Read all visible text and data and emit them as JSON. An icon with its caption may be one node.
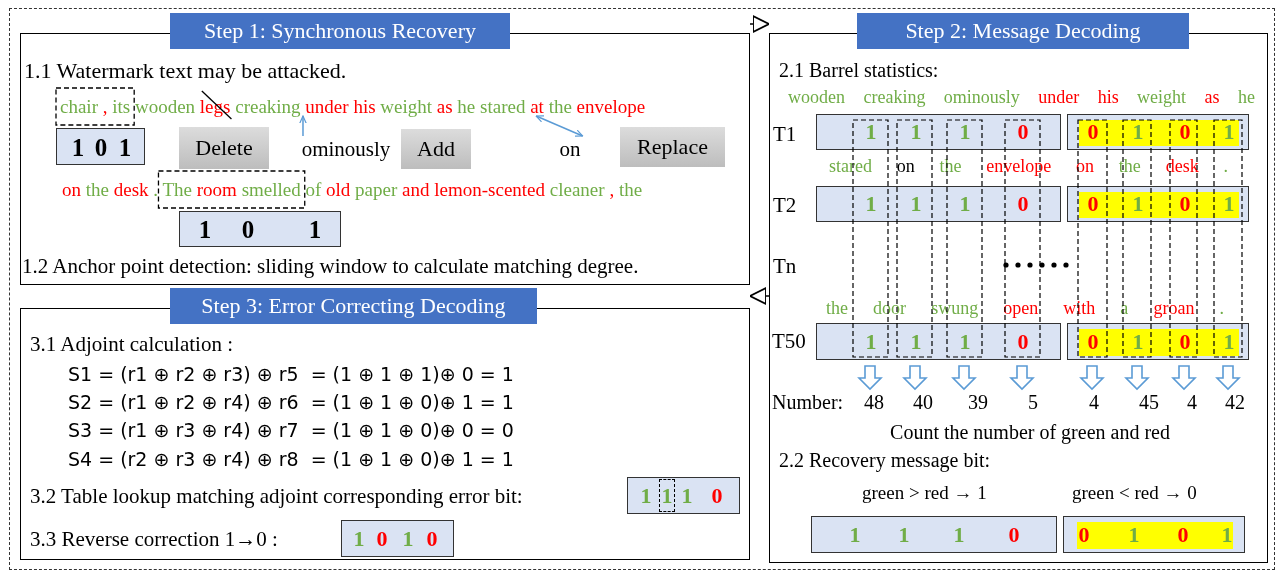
{
  "diagram": {
    "nodes": [
      {
        "text": [
          "Step 1: Synchronous Recovery"
        ]
      },
      {
        "text": [
          "1 0 1"
        ],
        "in": 0
      },
      {
        "text": [
          "Delete"
        ],
        "in": 0
      },
      {
        "text": [
          "ominously"
        ],
        "in": 0
      },
      {
        "text": [
          "Add"
        ],
        "in": 0
      },
      {
        "text": [
          "on"
        ],
        "in": 0
      },
      {
        "text": [
          "Replace"
        ],
        "in": 0
      },
      {
        "text": [
          "1 0 1"
        ],
        "in": 0
      },
      {
        "text": [
          "Step 2: Message Decoding"
        ]
      },
      {
        "text": [
          "1 1 1 0"
        ],
        "in": 8
      },
      {
        "text": [
          "0 1 0 1"
        ],
        "in": 8
      },
      {
        "text": [
          "1 1 1 0"
        ],
        "in": 8
      },
      {
        "text": [
          "0 1 0 1"
        ],
        "in": 8
      },
      {
        "text": [
          "1 1 1 0"
        ],
        "in": 8
      },
      {
        "text": [
          "0 1 0 1"
        ],
        "in": 8
      },
      {
        "text": [
          "1 1 1 0"
        ],
        "in": 8
      },
      {
        "text": [
          "0 1 0 1"
        ],
        "in": 8
      },
      {
        "text": [
          "Step 3: Error Correcting Decoding"
        ]
      },
      {
        "text": [
          "1 1 1 0"
        ],
        "in": 17
      },
      {
        "text": [
          "1 0 1 0"
        ],
        "in": 17
      },
      {
        "text": [
          "chair , its wooden legs creaking under his weight as he stared at the envelope"
        ],
        "in": 0
      }
    ],
    "edges": [
      {
        "from": 0,
        "to": 8,
        "arrow": "to"
      },
      {
        "from": 8,
        "to": 17,
        "arrow": "to"
      },
      {
        "from": 3,
        "to": 20,
        "arrow": "to",
        "color": "#5b9bd5"
      },
      {
        "from": 5,
        "to": 20,
        "arrow": "both",
        "color": "#5b9bd5"
      }
    ],
    "labels": [
      "1.1 Watermark text may be attacked.",
      "on the desk . The room smelled of old paper and lemon-scented cleaner , the",
      "1.2 Anchor point detection: sliding window to calculate matching degree.",
      "2.1 Barrel statistics:",
      "wooden creaking ominously under his weight as he",
      "T1",
      "stared on the envelope on the desk .",
      "T2",
      "Tn",
      "the door swung open with a groan .",
      "T50",
      "Number:",
      "48",
      "40",
      "39",
      "5",
      "4",
      "45",
      "4",
      "42",
      "Count the number of green and red",
      "2.2 Recovery message bit:",
      "green > red → 1",
      "green < red → 0",
      "3.1 Adjoint calculation :",
      "S1 = (r1 ⊕ r2 ⊕ r3) ⊕ r5  = (1 ⊕ 1 ⊕ 1)⊕ 0 = 1",
      "S2 = (r1 ⊕ r2 ⊕ r4) ⊕ r6  = (1 ⊕ 1 ⊕ 0)⊕ 1 = 1",
      "S3 = (r1 ⊕ r3 ⊕ r4) ⊕ r7  = (1 ⊕ 1 ⊕ 0)⊕ 0 = 0",
      "S4 = (r2 ⊕ r3 ⊕ r4) ⊕ r8  = (1 ⊕ 1 ⊕ 0)⊕ 1 = 1",
      "3.2 Table lookup matching adjoint corresponding error bit:",
      "3.3 Reverse correction 1→0 :"
    ]
  }
}
